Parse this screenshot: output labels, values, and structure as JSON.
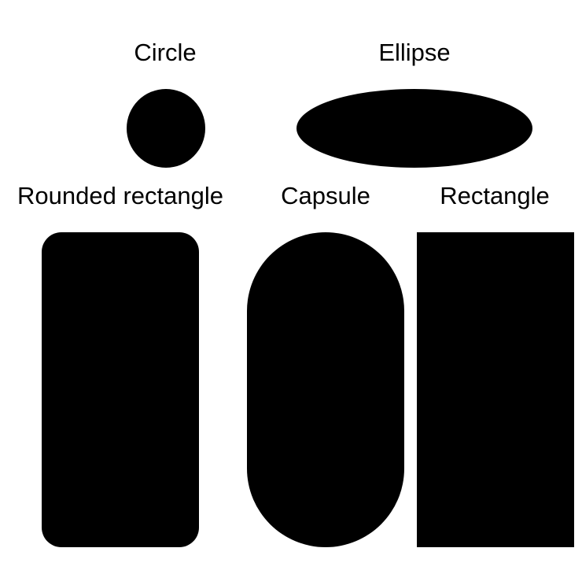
{
  "labels": {
    "circle": "Circle",
    "ellipse": "Ellipse",
    "rounded_rectangle": "Rounded rectangle",
    "capsule": "Capsule",
    "rectangle": "Rectangle"
  },
  "colors": {
    "background": "#ffffff",
    "shape_fill": "#000000",
    "text": "#000000"
  }
}
